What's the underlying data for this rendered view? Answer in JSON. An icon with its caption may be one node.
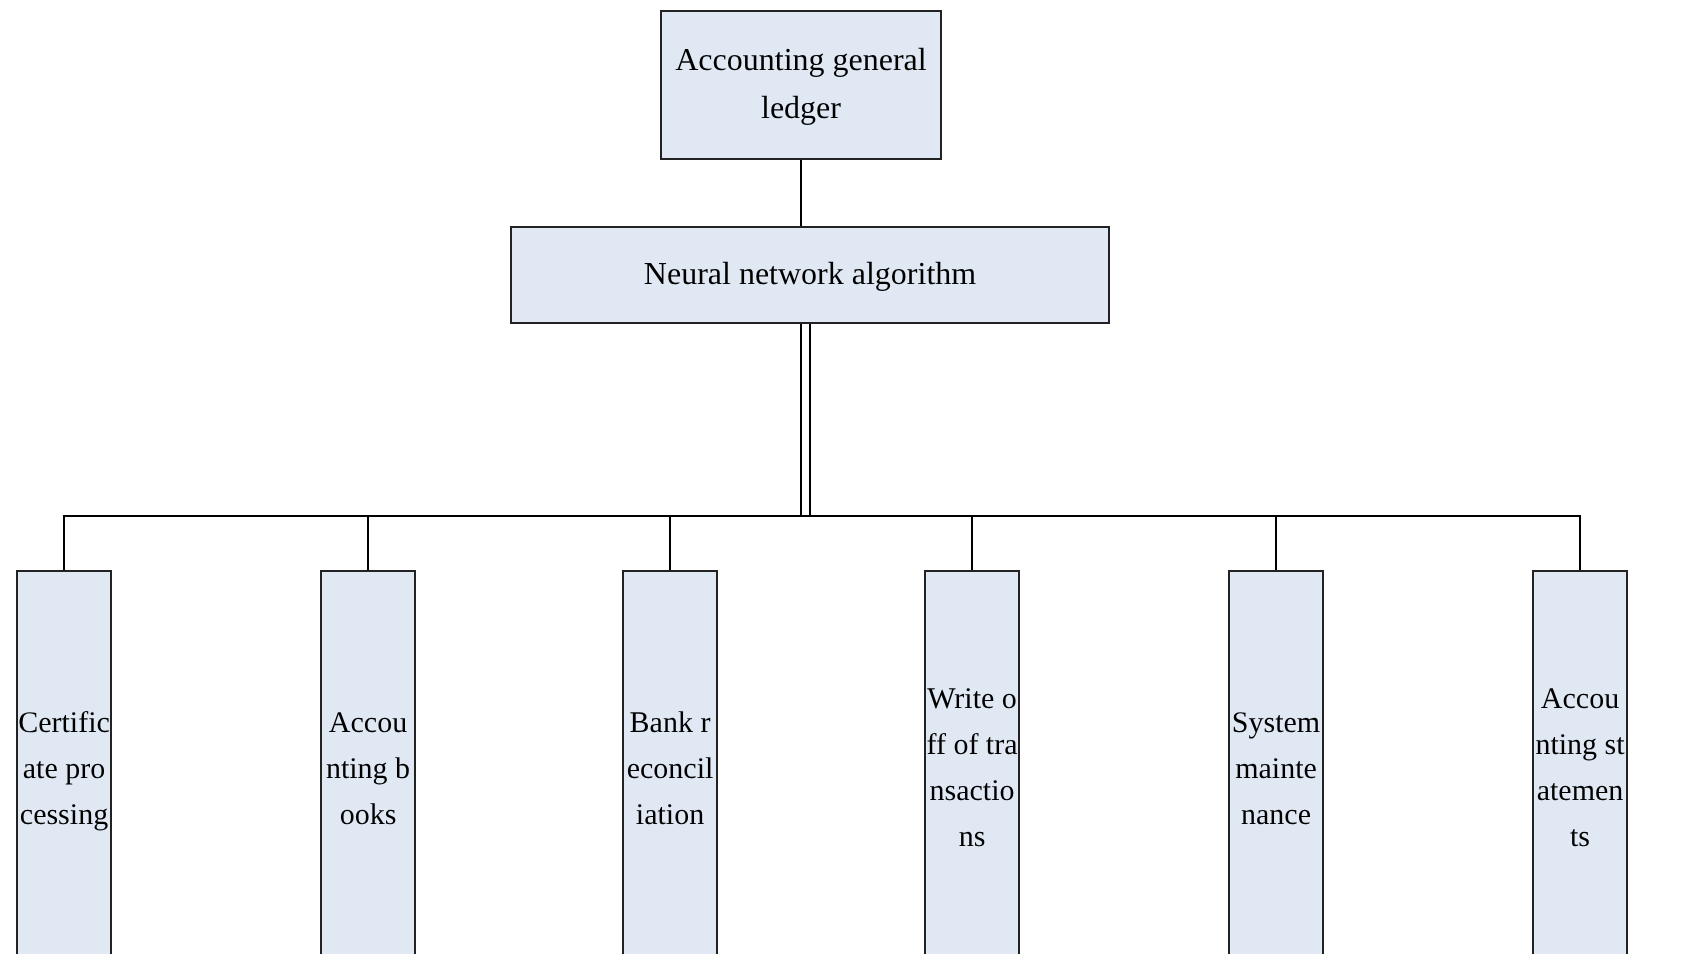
{
  "diagram": {
    "nodes": [
      {
        "text": [
          "Accounting general ledger"
        ]
      },
      {
        "text": [
          "Neural network algorithm"
        ]
      },
      {
        "text": [
          "Certificate processing"
        ]
      },
      {
        "text": [
          "Accounting books"
        ]
      },
      {
        "text": [
          "Bank reconciliation"
        ]
      },
      {
        "text": [
          "Write off of transactions"
        ]
      },
      {
        "text": [
          "System maintenance"
        ]
      },
      {
        "text": [
          "Accounting statements"
        ]
      }
    ],
    "edges": [
      {
        "from": 0,
        "to": 1,
        "arrow": "none"
      },
      {
        "from": 1,
        "to": 2,
        "arrow": "none"
      },
      {
        "from": 1,
        "to": 3,
        "arrow": "none"
      },
      {
        "from": 1,
        "to": 4,
        "arrow": "none"
      },
      {
        "from": 1,
        "to": 5,
        "arrow": "none"
      },
      {
        "from": 1,
        "to": 6,
        "arrow": "none"
      },
      {
        "from": 1,
        "to": 7,
        "arrow": "none"
      }
    ]
  }
}
